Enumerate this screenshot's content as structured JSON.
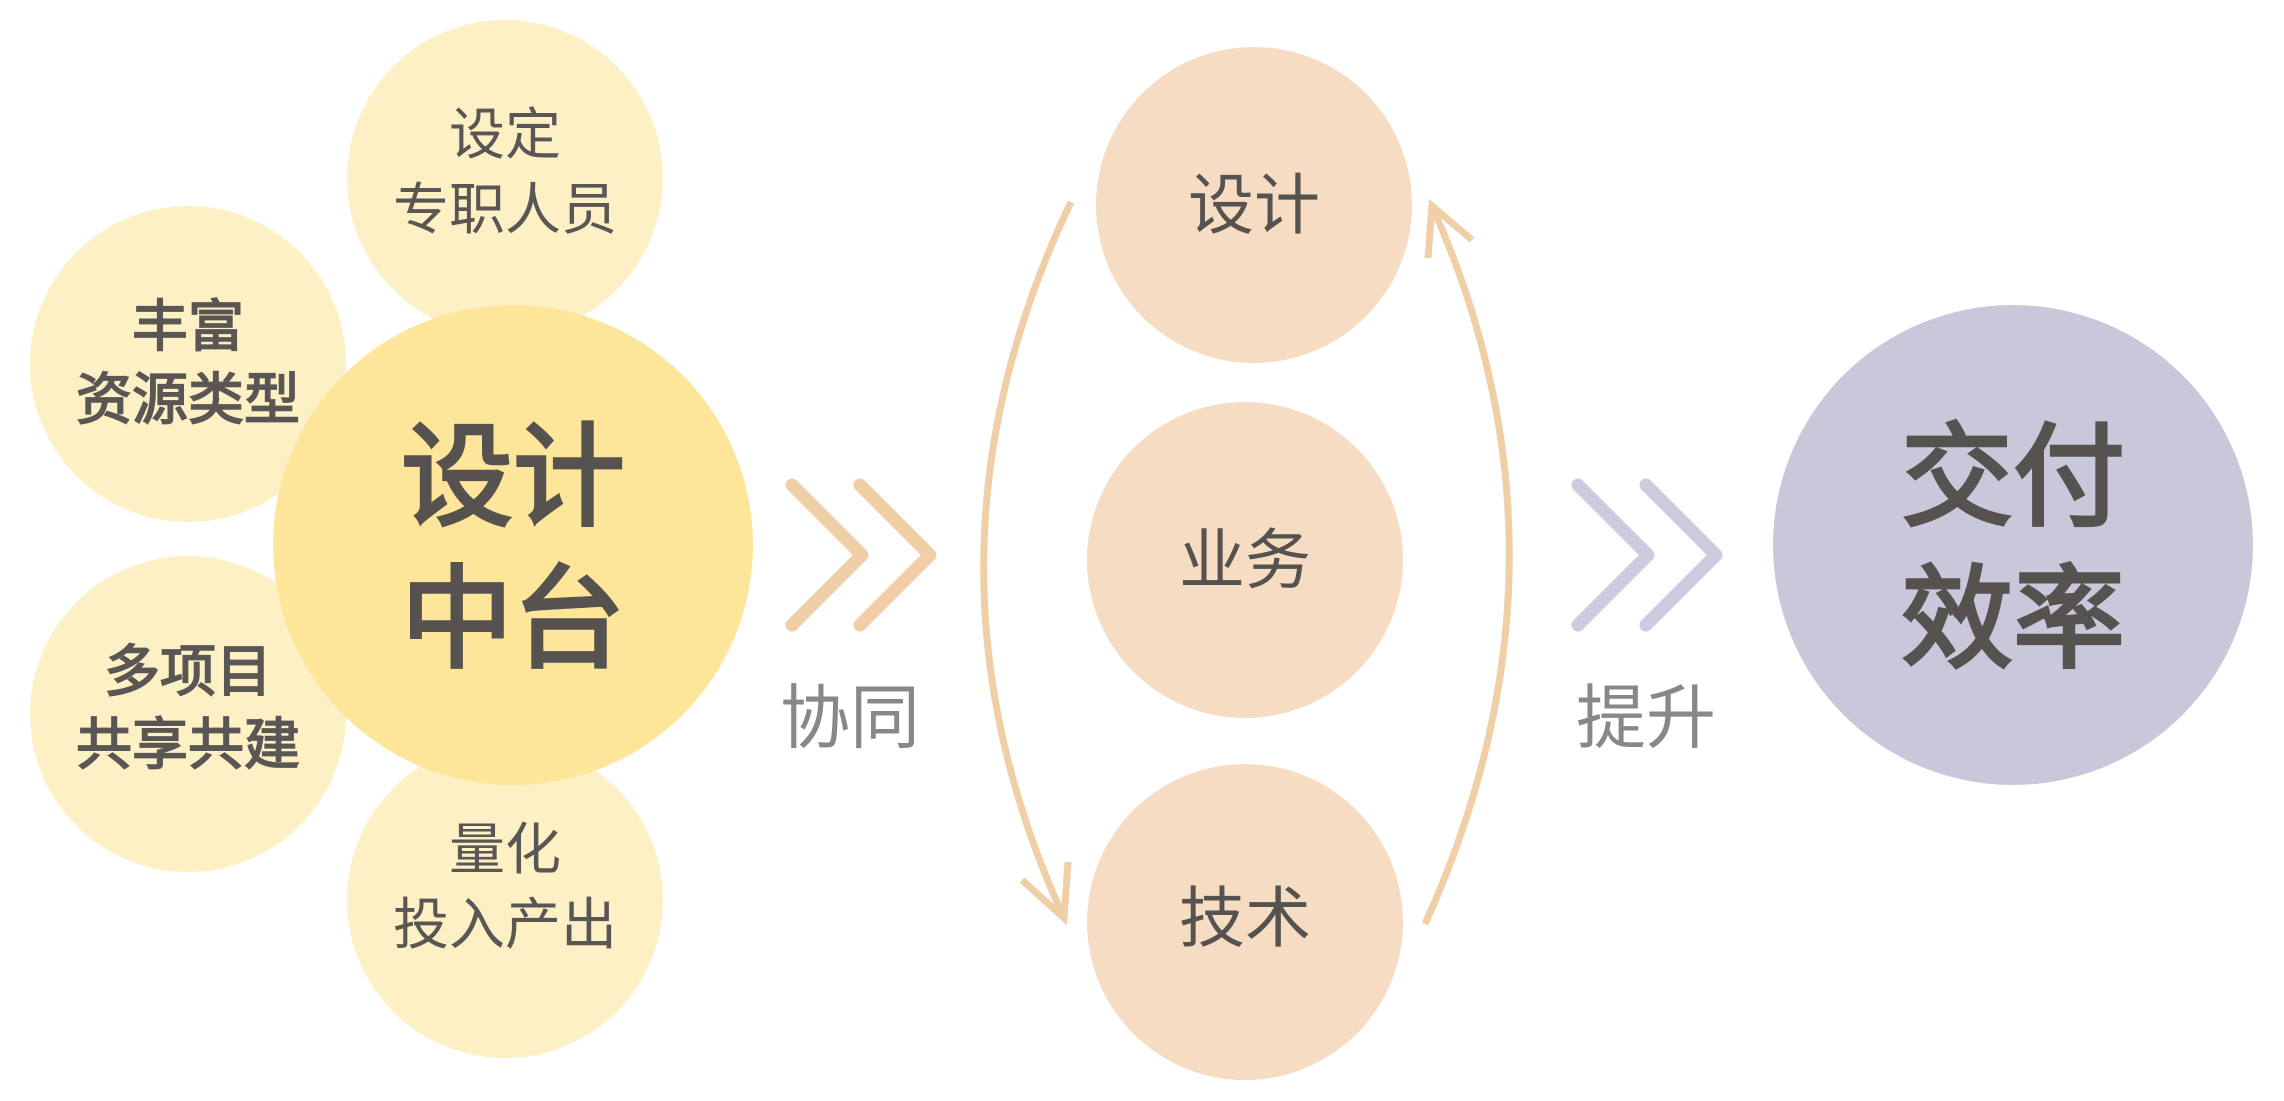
{
  "hub": {
    "center": {
      "lines": [
        "设计",
        "中台"
      ]
    },
    "petals": [
      {
        "lines": [
          "设定",
          "专职人员"
        ]
      },
      {
        "lines": [
          "丰富",
          "资源类型"
        ]
      },
      {
        "lines": [
          "多项目",
          "共享共建"
        ]
      },
      {
        "lines": [
          "量化",
          "投入产出"
        ]
      }
    ]
  },
  "collab": {
    "label": "协同",
    "items": [
      "设计",
      "业务",
      "技术"
    ]
  },
  "result": {
    "label": "提升",
    "lines": [
      "交付",
      "效率"
    ]
  },
  "colors": {
    "petal": "#fdf0c4",
    "center": "#fde59a",
    "collab_circle": "#f5dcc3",
    "result_circle": "#c9c8da",
    "chevron_orange": "#f0cfa6",
    "chevron_purple": "#cccbe0",
    "text": "#55524f"
  }
}
